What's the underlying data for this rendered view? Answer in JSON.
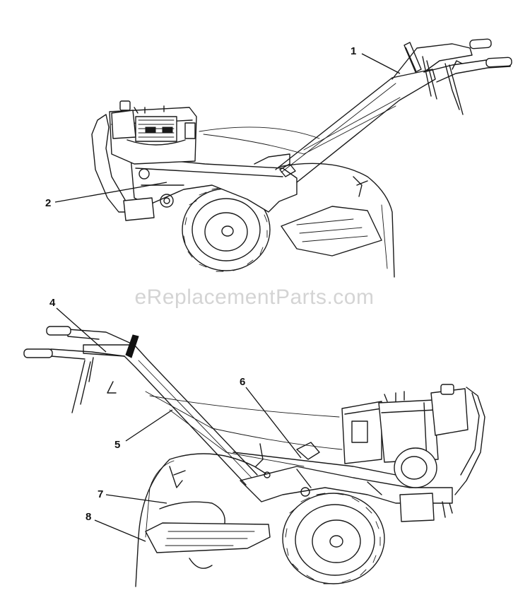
{
  "watermark": "eReplacementParts.com",
  "callouts": [
    {
      "id": "c1",
      "label": "1"
    },
    {
      "id": "c2",
      "label": "2"
    },
    {
      "id": "c4",
      "label": "4"
    },
    {
      "id": "c5",
      "label": "5"
    },
    {
      "id": "c6",
      "label": "6"
    },
    {
      "id": "c7",
      "label": "7"
    },
    {
      "id": "c8",
      "label": "8"
    }
  ]
}
